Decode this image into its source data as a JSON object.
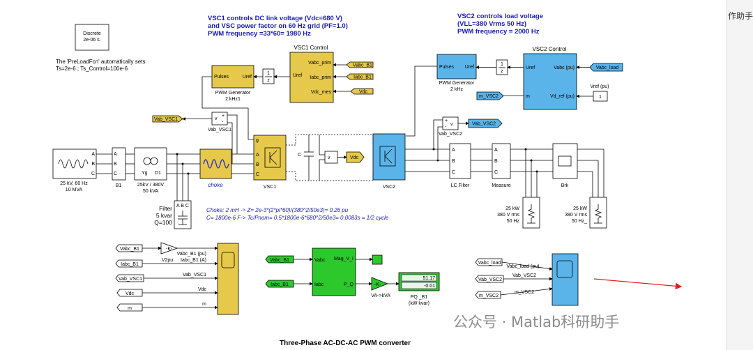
{
  "annotations": {
    "vsc1_line1": "VSC1 controls DC link voltage (Vdc=680 V)",
    "vsc1_line2": "and VSC power factor on 60 Hz grid (PF=1.0)",
    "vsc1_line3": "PWM frequency =33*60= 1980 Hz",
    "vsc2_line1": "VSC2 controls  load voltage",
    "vsc2_line2": "(VLL=380 Vrms 50 Hz)",
    "vsc2_line3": "PWM frequency = 2000 Hz",
    "preload_line1": "The 'PreLoadFcn' automatically sets",
    "preload_line2": "Ts=2e-6 ;  Ts_Control=100e-6",
    "choke_eq1": "Choke: 2 mH  -> Z= 2e-3*(2*pi*60)/(380^2/50e3)= 0.26 pu",
    "choke_eq2": "C= 1800e-6  F-> Tc/Pnom= 0.5*1800e-6*680^2/50e3= 0.0083s = 1/2 cycle",
    "title": "Three-Phase AC-DC-AC  PWM converter"
  },
  "powergui": {
    "line1": "Discrete",
    "line2": "2e-06 s."
  },
  "blocks": {
    "source_label1": "25 kV, 60 Hz",
    "source_label2": "10 MVA",
    "b1_label": "B1",
    "xfmr_label1": "25kV / 380V",
    "xfmr_label2": "50 kVA",
    "choke_label": "choke",
    "vsc1_label": "VSC1",
    "vsc2_label": "VSC2",
    "lcfilter_label": "LC Filter",
    "measure_label": "Measure",
    "brk_label": "Brk",
    "filter_label1": "Filter",
    "filter_label2": "5 kvar",
    "filter_label3": "Q=100",
    "load1_label1": "25 kW",
    "load1_label2": "380 V rms",
    "load1_label3": "50 Hz",
    "load2_label1": "25 kW",
    "load2_label2": "380 V rms",
    "load2_label3": "50 Hz_",
    "pwm1_label1": "PWM Generator",
    "pwm1_label2": "2 kHz1",
    "pwm2_label1": "PWM Generator",
    "pwm2_label2": "2 kHz",
    "vsc1ctrl_title": "VSC1 Control",
    "vsc2ctrl_title": "VSC2 Control",
    "vab_vsc1_label": "Vab_VSC1",
    "vab_vsc2_label": "Vab_VSC2",
    "vdc_tag": "Vdc",
    "vref_label": "Vref (pu)",
    "vref_const": "1",
    "gain1": "-K-",
    "gain1_label": "V2pu",
    "gain2": "-K-",
    "gain2_label": "VA->kVA",
    "pq_label1": "PQ _B1",
    "pq_label2": "(kW kvar)",
    "display_val1": "51.17",
    "display_val2": "-0.01",
    "one_over_z": "1",
    "z": "z"
  },
  "ports": {
    "pulses": "Pulses",
    "uref": "Uref",
    "vabc_prim": "Vabc_prim",
    "iabc_prim": "Iabc_prim",
    "vdc_mes": "Vdc_mes",
    "vabc_pu": "Vabc (pu)",
    "m": "m",
    "vd_ref": "Vd_ref (pu)",
    "mag_v_i": "Mag_V_I",
    "p_q": "P_Q",
    "vabc": "Vabc",
    "iabc": "Iabc",
    "a": "A",
    "b": "B",
    "c": "C",
    "g": "g",
    "plus": "+",
    "minus": "-",
    "v": "v"
  },
  "tags": {
    "vabc_b1": "Vabc_B1",
    "iabc_b1": "Iabc_B1",
    "vdc": "Vdc",
    "vab_vsc1": "Vab_VSC1",
    "vab_vsc2": "Vab_VSC2",
    "vabc_load": "Vabc_load",
    "m_vsc2": "m_VSC2",
    "m": "m"
  },
  "scope_signals": {
    "s1": "Vabc_B1 (pu)",
    "s2": "Iabc_B1 (A)",
    "s3": "Vab_VSC1",
    "s4": "Vdc",
    "s5": "m",
    "r1": "Vabc_load (pu)",
    "r2": "Vab_VSC2",
    "r3": "m_VSC2"
  },
  "watermark": "公众号 · Matlab科研助手",
  "sidebar_text": "作助手",
  "colors": {
    "yellow": "#e6c84a",
    "blue": "#5ab4ea",
    "green": "#2cc82c",
    "annotation": "#1a1ab8",
    "arrow": "#e02020"
  }
}
